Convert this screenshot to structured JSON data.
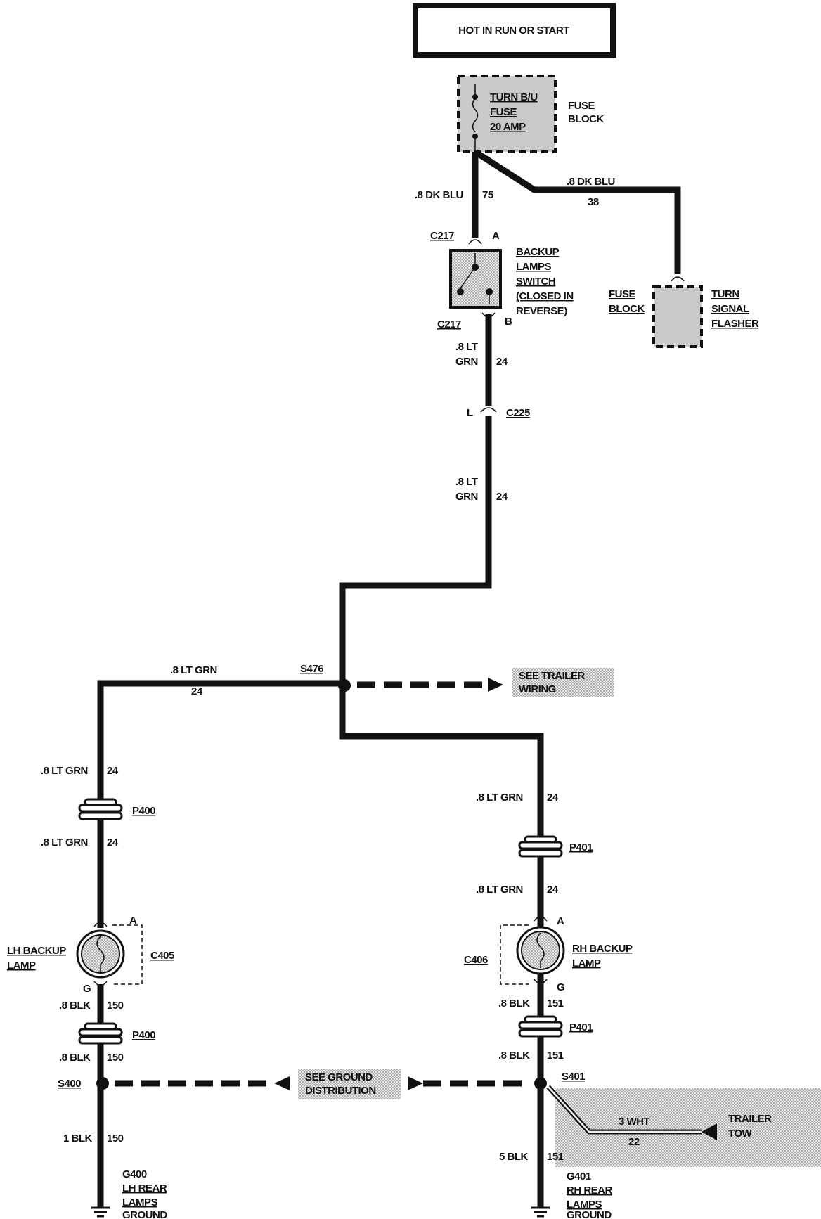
{
  "header": {
    "power_label": "HOT IN RUN OR START"
  },
  "fuse": {
    "label_lines": [
      "TURN B/U",
      "FUSE",
      "20 AMP"
    ],
    "block_lines": [
      "FUSE",
      "BLOCK"
    ]
  },
  "wires": {
    "dk_blu_main": ".8 DK BLU",
    "dk_blu_main_circuit": "75",
    "dk_blu_branch": ".8 DK BLU",
    "dk_blu_branch_circuit": "38",
    "grn_top_1": ".8 LT",
    "grn_top_2": "GRN",
    "grn_circuit": "24",
    "grn_mid_1": ".8 LT",
    "grn_mid_2": "GRN",
    "grn_horiz": ".8 LT GRN",
    "grn_horiz_circuit": "24",
    "lh_grn_upper": ".8 LT GRN",
    "lh_grn_upper_circuit": "24",
    "lh_grn_lower": ".8 LT GRN",
    "lh_grn_lower_circuit": "24",
    "rh_grn_upper": ".8 LT GRN",
    "rh_grn_upper_circuit": "24",
    "rh_grn_lower": ".8 LT GRN",
    "rh_grn_lower_circuit": "24",
    "lh_blk_1": ".8 BLK",
    "lh_blk_1_circuit": "150",
    "lh_blk_2": ".8 BLK",
    "lh_blk_2_circuit": "150",
    "lh_blk_3": "1 BLK",
    "lh_blk_3_circuit": "150",
    "rh_blk_1": ".8 BLK",
    "rh_blk_1_circuit": "151",
    "rh_blk_2": ".8 BLK",
    "rh_blk_2_circuit": "151",
    "rh_blk_3": "5 BLK",
    "rh_blk_3_circuit": "151",
    "trailer_wire": "3 WHT",
    "trailer_wire_circuit": "22"
  },
  "switch": {
    "connector_top": "C217",
    "pin_top": "A",
    "connector_bottom": "C217",
    "pin_bottom": "B",
    "label_lines": [
      "BACKUP",
      "LAMPS",
      "SWITCH",
      "(CLOSED IN",
      "REVERSE)"
    ]
  },
  "flasher": {
    "block_lines": [
      "FUSE",
      "BLOCK"
    ],
    "label_lines": [
      "TURN",
      "SIGNAL",
      "FLASHER"
    ]
  },
  "connectors": {
    "c225": "C225",
    "c225_pin": "L",
    "p400_upper": "P400",
    "p400_lower": "P400",
    "p401_upper": "P401",
    "p401_lower": "P401",
    "c405": "C405",
    "c406": "C406",
    "lh_pin_a": "A",
    "lh_pin_g": "G",
    "rh_pin_a": "A",
    "rh_pin_g": "G"
  },
  "splices": {
    "s476": "S476",
    "s400": "S400",
    "s401": "S401"
  },
  "references": {
    "trailer_wiring": [
      "SEE TRAILER",
      "WIRING"
    ],
    "ground_distribution": [
      "SEE GROUND",
      "DISTRIBUTION"
    ],
    "trailer_tow": [
      "TRAILER",
      "TOW"
    ]
  },
  "lamps": {
    "lh": [
      "LH BACKUP",
      "LAMP"
    ],
    "rh": [
      "RH BACKUP",
      "LAMP"
    ]
  },
  "grounds": {
    "lh": [
      "G400",
      "LH REAR",
      "LAMPS",
      "GROUND"
    ],
    "rh": [
      "G401",
      "RH REAR",
      "LAMPS",
      "GROUND"
    ]
  }
}
